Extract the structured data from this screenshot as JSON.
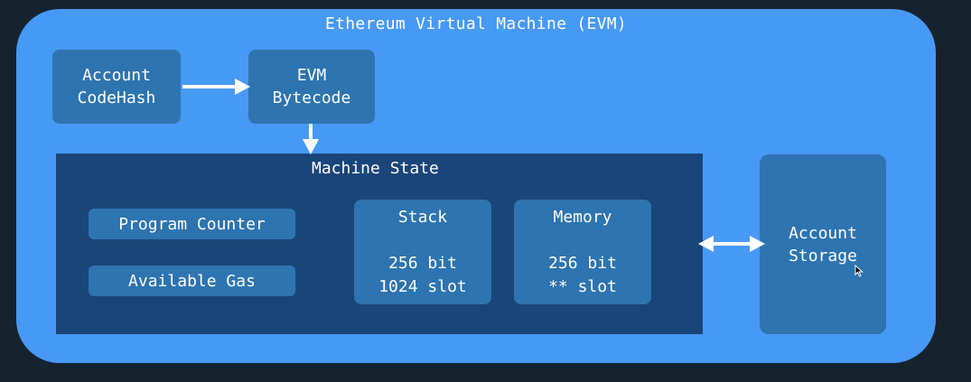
{
  "diagram": {
    "title": "Ethereum Virtual Machine (EVM)",
    "account_codehash": [
      "Account",
      "CodeHash"
    ],
    "evm_bytecode": [
      "EVM",
      "Bytecode"
    ],
    "machine_state": {
      "title": "Machine State",
      "program_counter": "Program Counter",
      "available_gas": "Available Gas",
      "stack": {
        "title": "Stack",
        "line1": "256 bit",
        "line2": "1024 slot"
      },
      "memory": {
        "title": "Memory",
        "line1": "256 bit",
        "line2": "** slot"
      }
    },
    "account_storage": [
      "Account",
      "Storage"
    ]
  },
  "colors": {
    "background": "#16232f",
    "evm_fill": "#4799f6",
    "box_fill": "#2d74b0",
    "machine_state_fill": "#1a4579",
    "arrow": "#ffffff"
  }
}
